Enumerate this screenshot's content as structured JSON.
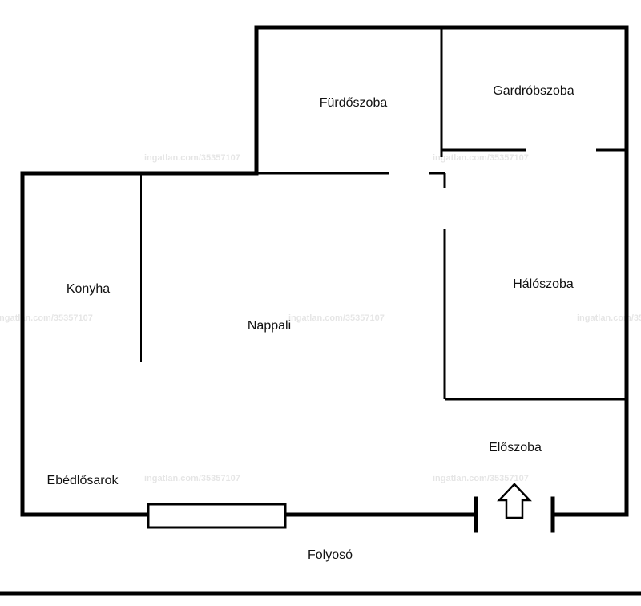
{
  "colors": {
    "wall": "#000000",
    "background": "#ffffff",
    "text": "#111111"
  },
  "watermark": "ingatlan.com/35357107",
  "rooms": {
    "furdoszoba": "Fürdőszoba",
    "gardrobszoba": "Gardróbszoba",
    "konyha": "Konyha",
    "nappali": "Nappali",
    "haloszoba": "Hálószoba",
    "eloszoba": "Előszoba",
    "ebedlosarok": "Ebédlősarok",
    "folyoso": "Folyosó"
  },
  "icons": {
    "entrance": "up-arrow-icon",
    "window": "window-rect"
  }
}
